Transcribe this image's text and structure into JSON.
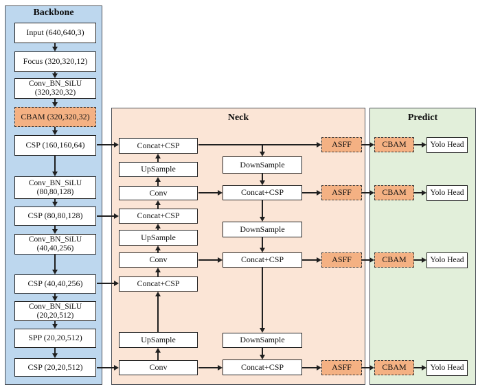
{
  "backbone": {
    "title": "Backbone",
    "nodes": [
      {
        "label": "Input (640,640,3)"
      },
      {
        "label": "Focus (320,320,12)"
      },
      {
        "line1": "Conv_BN_SiLU",
        "line2": "(320,320,32)"
      },
      {
        "label": "CBAM (320,320,32)"
      },
      {
        "label": "CSP (160,160,64)"
      },
      {
        "line1": "Conv_BN_SiLU",
        "line2": "(80,80,128)"
      },
      {
        "label": "CSP (80,80,128)"
      },
      {
        "line1": "Conv_BN_SiLU",
        "line2": "(40,40,256)"
      },
      {
        "label": "CSP (40,40,256)"
      },
      {
        "line1": "Conv_BN_SiLU",
        "line2": "(20,20,512)"
      },
      {
        "label": "SPP (20,20,512)"
      },
      {
        "label": "CSP (20,20,512)"
      }
    ]
  },
  "neck": {
    "title": "Neck",
    "left_column": [
      "Concat+CSP",
      "UpSample",
      "Conv",
      "Concat+CSP",
      "UpSample",
      "Conv",
      "Concat+CSP",
      "UpSample",
      "Conv"
    ],
    "right_column": [
      "DownSample",
      "Concat+CSP",
      "DownSample",
      "Concat+CSP",
      "DownSample",
      "Concat+CSP"
    ]
  },
  "predict": {
    "title": "Predict"
  },
  "output_rows": [
    {
      "asff": "ASFF",
      "cbam": "CBAM",
      "head": "Yolo Head"
    },
    {
      "asff": "ASFF",
      "cbam": "CBAM",
      "head": "Yolo Head"
    },
    {
      "asff": "ASFF",
      "cbam": "CBAM",
      "head": "Yolo Head"
    },
    {
      "asff": "ASFF",
      "cbam": "CBAM",
      "head": "Yolo Head"
    }
  ],
  "colors": {
    "backbone_fill": "#bdd7ee",
    "neck_fill": "#fbe5d6",
    "predict_fill": "#e2efda",
    "attention_fill": "#f4b183",
    "node_fill": "#ffffff",
    "line": "#1f1f1f"
  }
}
